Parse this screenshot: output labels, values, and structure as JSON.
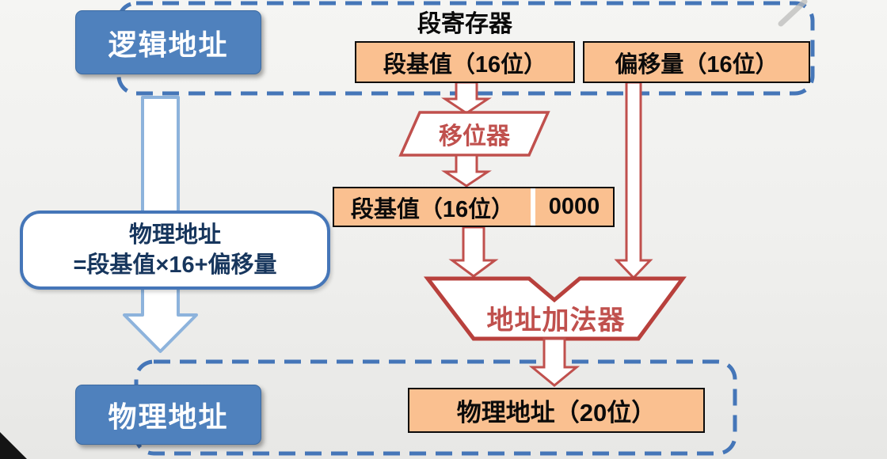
{
  "colors": {
    "background": "#F1F1EF",
    "blue_fill": "#4F81BD",
    "dashed_border": "#4576B8",
    "orange_fill": "#FAC090",
    "red_outline": "#C0504D",
    "light_blue_arrow": "#8DB3DC"
  },
  "top_group": {
    "title": "段寄存器",
    "segment_base_label": "段基值（16位）",
    "offset_label": "偏移量（16位）"
  },
  "logical_address_label": "逻辑地址",
  "shifter_label": "移位器",
  "shifted_box": {
    "base_label": "段基值（16位）",
    "appended_zeros": "0000"
  },
  "adder_label": "地址加法器",
  "formula": {
    "line1": "物理地址",
    "line2": "=段基值×16+偏移量"
  },
  "bottom_group": {
    "physical_address_label": "物理地址",
    "result_label": "物理地址（20位）"
  }
}
